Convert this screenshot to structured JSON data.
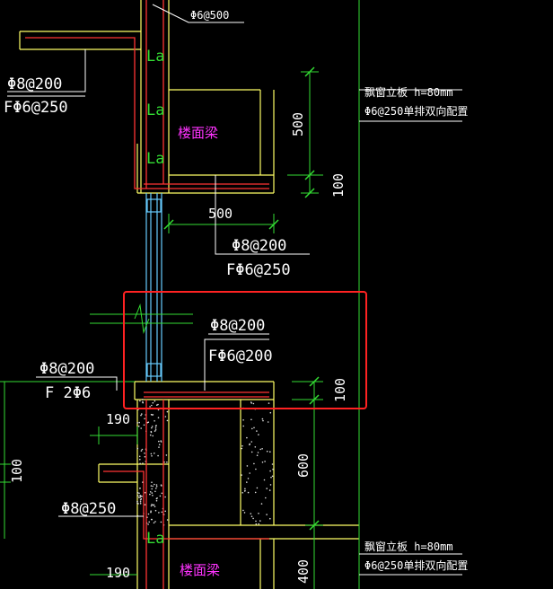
{
  "colors": {
    "background": "#000000",
    "wall": "#ffff66",
    "rebar": "#ff3333",
    "dimension": "#33dd33",
    "leader": "#ffffff",
    "window": "#66ccff",
    "beam_label": "#ff33ff",
    "highlight": "#ff2222"
  },
  "labels": {
    "top_rebar": "Φ6@500",
    "left_top_main": "Φ8@200",
    "left_top_dist": "FΦ6@250",
    "la_1": "La",
    "la_2": "La",
    "la_3": "La",
    "la_4": "La",
    "beam_1": "楼面梁",
    "beam_2": "楼面梁",
    "bay_note_1_a": "飘窗立板 h=80mm",
    "bay_note_1_b": "Φ6@250单排双向配置",
    "bay_note_2_a": "飘窗立板 h=80mm",
    "bay_note_2_b": "Φ6@250单排双向配置",
    "mid_main": "Φ8@200",
    "mid_dist": "FΦ6@250",
    "box_main": "Φ8@200",
    "box_dist": "FΦ6@200",
    "left_mid_main": "Φ8@200",
    "left_mid_dist": "F 2Φ6",
    "left_low_main": "Φ8@250"
  },
  "dimensions": {
    "d500_top": "500",
    "d100_top": "100",
    "d500_mid": "500",
    "d100_box": "100",
    "d190_a": "190",
    "d100_left": "100",
    "d600": "600",
    "d190_b": "190",
    "d400": "400"
  }
}
